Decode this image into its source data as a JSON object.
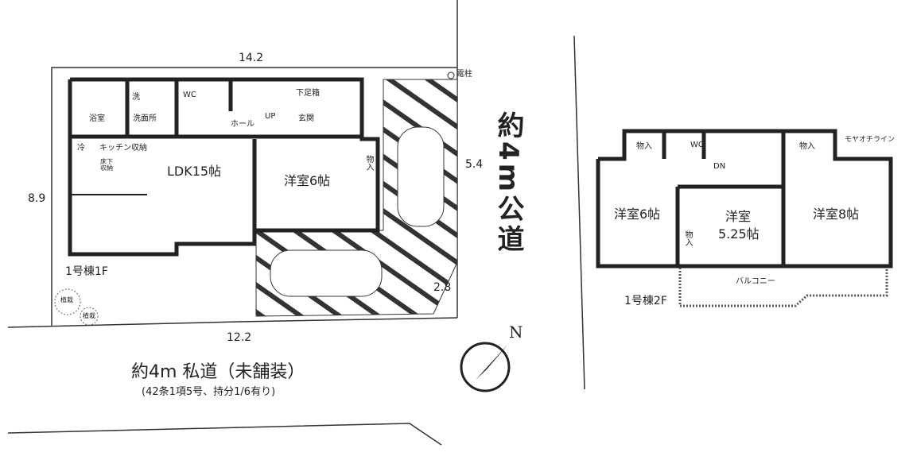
{
  "site": {
    "top_width": "14.2",
    "bottom_width": "12.2",
    "left_depth": "8.9",
    "right_depth": "5.4",
    "corner_cut": "2.8",
    "utility_pole": "電柱"
  },
  "public_road": "約4m公道",
  "private_road": {
    "title": "約4m 私道（未舗装）",
    "note": "(42条1項5号、持分1/6有り)"
  },
  "compass": {
    "label": "N"
  },
  "floor1": {
    "caption": "1号棟1F",
    "rooms": {
      "bath": "浴室",
      "washroom": "洗面所",
      "washer": "洗",
      "wc": "WC",
      "hall": "ホール",
      "up": "UP",
      "shoe_box": "下足箱",
      "entrance": "玄関",
      "fridge": "冷",
      "kitchen_storage": "キッチン収納",
      "floor_storage": "床下収納",
      "ldk": "LDK15帖",
      "western": "洋室6帖",
      "closet": "物入",
      "tree1": "植栽",
      "tree2": "植栽"
    }
  },
  "floor2": {
    "caption": "1号棟2F",
    "rooms": {
      "closet_left": "物入",
      "wc": "WC",
      "dn": "DN",
      "closet_right": "物入",
      "eave_line": "モヤオチライン",
      "western1": "洋室6帖",
      "western2_a": "洋室",
      "western2_b": "5.25帖",
      "western3": "洋室8帖",
      "closet_mid": "物入",
      "balcony": "バルコニー"
    }
  }
}
